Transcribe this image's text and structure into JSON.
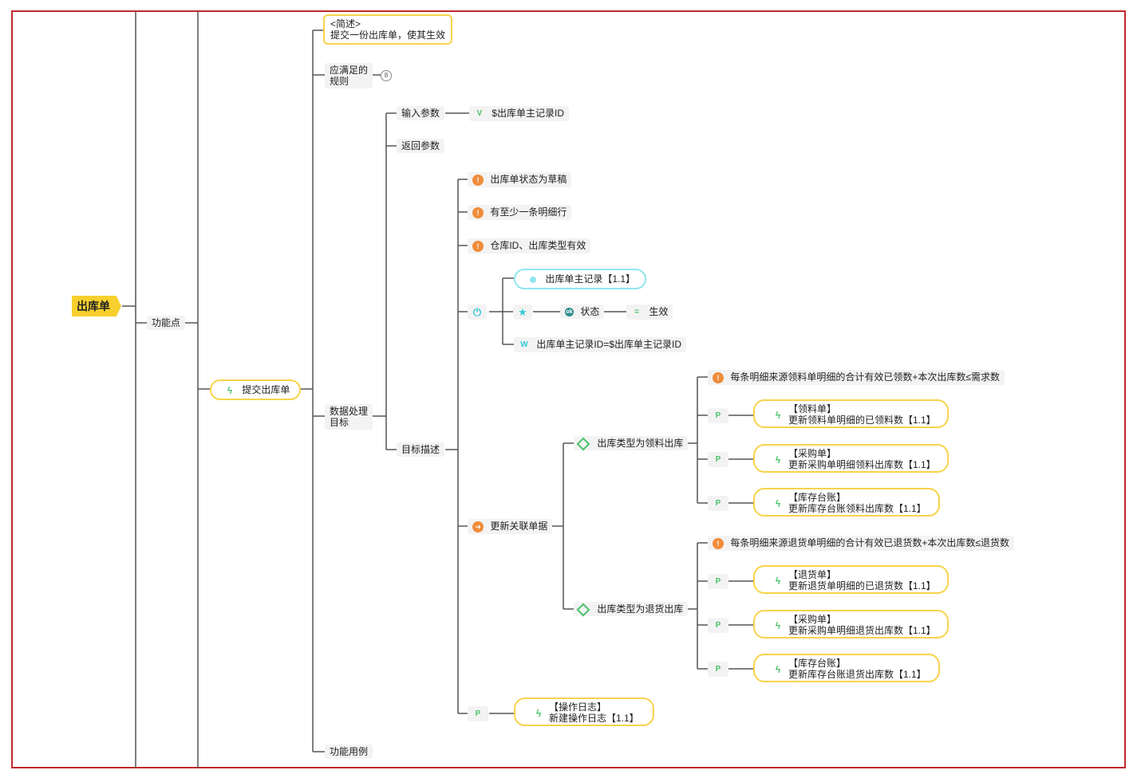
{
  "root": "出库单",
  "function_point": "功能点",
  "submit": "提交出库单",
  "summary": {
    "title": "<简述>",
    "text": "提交一份出库单，使其生效"
  },
  "rules": {
    "line1": "应满足的",
    "line2": "规则",
    "count": "8"
  },
  "data_target": {
    "line1": "数据处理",
    "line2": "目标"
  },
  "use_cases": "功能用例",
  "input_params": "输入参数",
  "input_param_value": "$出库单主记录ID",
  "return_params": "返回参数",
  "target_desc": "目标描述",
  "checks": [
    "出库单状态为草稿",
    "有至少一条明细行",
    "仓库ID、出库类型有效"
  ],
  "update_record": {
    "record": "出库单主记录【1.1】",
    "field": "状态",
    "value": "生效",
    "where": "出库单主记录ID=$出库单主记录ID"
  },
  "update_related": "更新关联单据",
  "branch_picking": {
    "label": "出库类型为领料出库",
    "check": "每条明细来源领料单明细的合计有效已领数+本次出库数≤需求数",
    "actions": [
      {
        "title": "【领料单】",
        "text": "更新领料单明细的已领料数【1.1】"
      },
      {
        "title": "【采购单】",
        "text": "更新采购单明细领料出库数【1.1】"
      },
      {
        "title": "【库存台账】",
        "text": "更新库存台账领料出库数【1.1】"
      }
    ]
  },
  "branch_return": {
    "label": "出库类型为退货出库",
    "check": "每条明细来源退货单明细的合计有效已退货数+本次出库数≤退货数",
    "actions": [
      {
        "title": "【退货单】",
        "text": "更新退货单明细的已退货数【1.1】"
      },
      {
        "title": "【采购单】",
        "text": "更新采购单明细退货出库数【1.1】"
      },
      {
        "title": "【库存台账】",
        "text": "更新库存台账退货出库数【1.1】"
      }
    ]
  },
  "log": {
    "title": "【操作日志】",
    "text": "新建操作日志【1.1】"
  },
  "icons": {
    "v": "V",
    "p": "P",
    "w": "W",
    "eq": "="
  },
  "colors": {
    "accent": "#f7d02e",
    "border": "#c0282d",
    "green": "#4bc26b",
    "cyan": "#36c9d8",
    "orange": "#f08c3a"
  }
}
